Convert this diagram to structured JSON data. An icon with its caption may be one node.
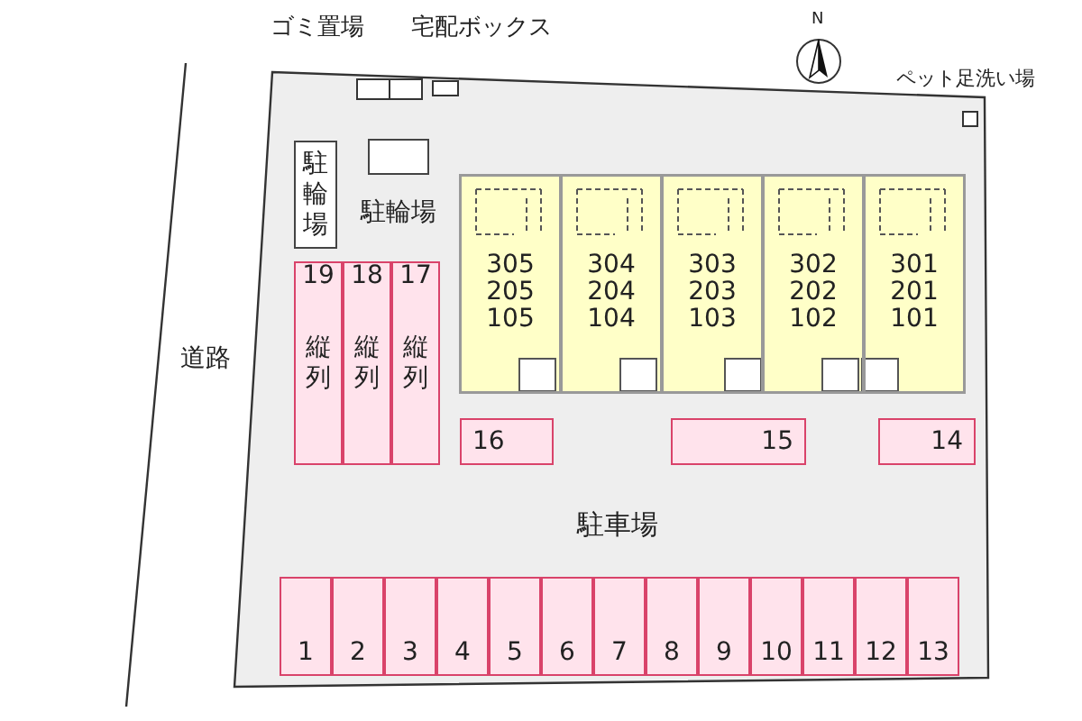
{
  "diagram": {
    "nodes": [
      {
        "text": [
          "駐輪場"
        ]
      },
      {
        "text": [],
        "shape": "box",
        "beside": [
          "駐輪場"
        ]
      },
      {
        "text": [
          "305",
          "205",
          "105"
        ]
      },
      {
        "text": [
          "304",
          "204",
          "104"
        ]
      },
      {
        "text": [
          "303",
          "203",
          "103"
        ]
      },
      {
        "text": [
          "302",
          "202",
          "102"
        ]
      },
      {
        "text": [
          "301",
          "201",
          "101"
        ]
      },
      {
        "text": [
          "19",
          "縦列"
        ]
      },
      {
        "text": [
          "18",
          "縦列"
        ]
      },
      {
        "text": [
          "17",
          "縦列"
        ]
      },
      {
        "text": [
          "16"
        ]
      },
      {
        "text": [
          "15"
        ]
      },
      {
        "text": [
          "14"
        ]
      },
      {
        "text": [
          "1"
        ]
      },
      {
        "text": [
          "2"
        ]
      },
      {
        "text": [
          "3"
        ]
      },
      {
        "text": [
          "4"
        ]
      },
      {
        "text": [
          "5"
        ]
      },
      {
        "text": [
          "6"
        ]
      },
      {
        "text": [
          "7"
        ]
      },
      {
        "text": [
          "8"
        ]
      },
      {
        "text": [
          "9"
        ]
      },
      {
        "text": [
          "10"
        ]
      },
      {
        "text": [
          "11"
        ]
      },
      {
        "text": [
          "12"
        ]
      },
      {
        "text": [
          "13"
        ]
      }
    ],
    "labels": [
      "ゴミ置場",
      "宅配ボックス",
      "N",
      "ペット足洗い場",
      "道路",
      "駐車場"
    ]
  }
}
